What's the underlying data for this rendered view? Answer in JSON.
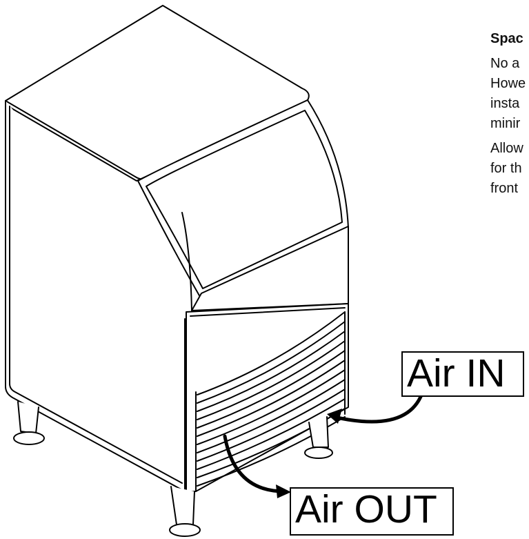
{
  "section": {
    "heading": "Spac",
    "paragraph1": [
      "No a",
      "Howe",
      "insta",
      "minir"
    ],
    "paragraph2": [
      "Allow",
      "for th",
      "front"
    ]
  },
  "labels": {
    "air_in": "Air IN",
    "air_out": "Air OUT"
  },
  "colors": {
    "line": "#000000",
    "background": "#ffffff"
  }
}
